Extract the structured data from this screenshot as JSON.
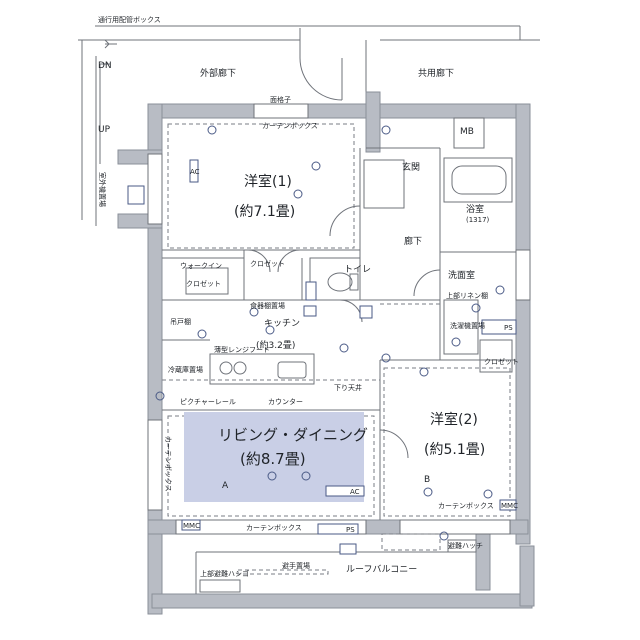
{
  "labels": {
    "pipe_box": "通行用配管ボックス",
    "dn": "DN",
    "up": "UP",
    "outer_corridor": "外部廊下",
    "common_corridor": "共用廊下",
    "handrail": "面格子",
    "curtain_box_top": "カーテンボックス",
    "mb": "MB",
    "outdoor_unit": "室外機置場",
    "western1_name": "洋室(1)",
    "western1_size": "(約7.1畳)",
    "entrance": "玄関",
    "bath": "浴室",
    "bath_size": "(1317)",
    "hallway": "廊下",
    "walkin": "ウォークイン",
    "walkin2": "クロゼット",
    "closet": "クロゼット",
    "toilet": "トイレ",
    "washroom": "洗面室",
    "linen": "上部リネン棚",
    "dish": "食器棚置場",
    "kitchen_name": "キッチン",
    "kitchen_size": "(約3.2畳)",
    "fridge": "冷蔵庫置場",
    "range_hood": "薄型レンジフード",
    "picture_rail": "ピクチャーレール",
    "counter": "カウンター",
    "drop_wall": "下り天井",
    "washer": "洗濯機置場",
    "closet2": "クロゼット",
    "ps": "PS",
    "living_name": "リビング・ダイニング",
    "living_size": "(約8.7畳)",
    "western2_name": "洋室(2)",
    "western2_size": "(約5.1畳)",
    "curtain_box_bottom": "カーテンボックス",
    "curtain_box_left": "カーテンボックス",
    "curtain_box_bottom2": "カーテンボックス",
    "ps_bottom": "PS",
    "b_label": "B",
    "a_label": "A",
    "evac_hatch": "避難ハッチ",
    "upper_evac": "上部避難ハシゴ",
    "roof_balcony": "ルーフバルコニー",
    "drain": "避手置場",
    "ac": "AC",
    "mmc": "MMC",
    "hang": "吊戸棚"
  }
}
